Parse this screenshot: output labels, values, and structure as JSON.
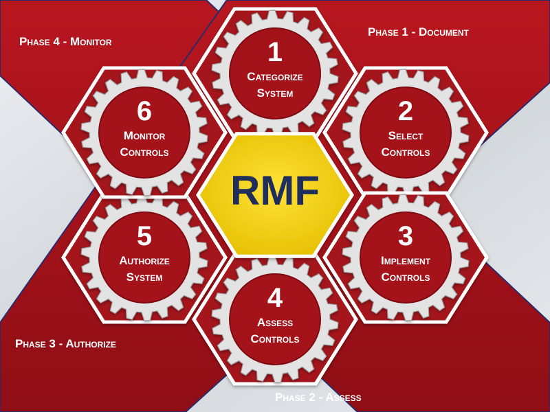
{
  "center": {
    "label": "RMF"
  },
  "phases": {
    "p1": "Phase 1 - Document",
    "p2": "Phase 2 - Assess",
    "p3": "Phase 3 - Authorize",
    "p4": "Phase 4 - Monitor"
  },
  "steps": [
    {
      "number": "1",
      "line1": "Categorize",
      "line2": "System"
    },
    {
      "number": "2",
      "line1": "Select",
      "line2": "Controls"
    },
    {
      "number": "3",
      "line1": "Implement",
      "line2": "Controls"
    },
    {
      "number": "4",
      "line1": "Assess",
      "line2": "Controls"
    },
    {
      "number": "5",
      "line1": "Authorize",
      "line2": "System"
    },
    {
      "number": "6",
      "line1": "Monitor",
      "line2": "Controls"
    }
  ],
  "colors": {
    "dark_red": "#a4121a",
    "gear": "#e3e3e3",
    "center_yellow": "#f3d000",
    "center_text": "#1f2f5a",
    "background_gray": "#d7dbe0"
  }
}
